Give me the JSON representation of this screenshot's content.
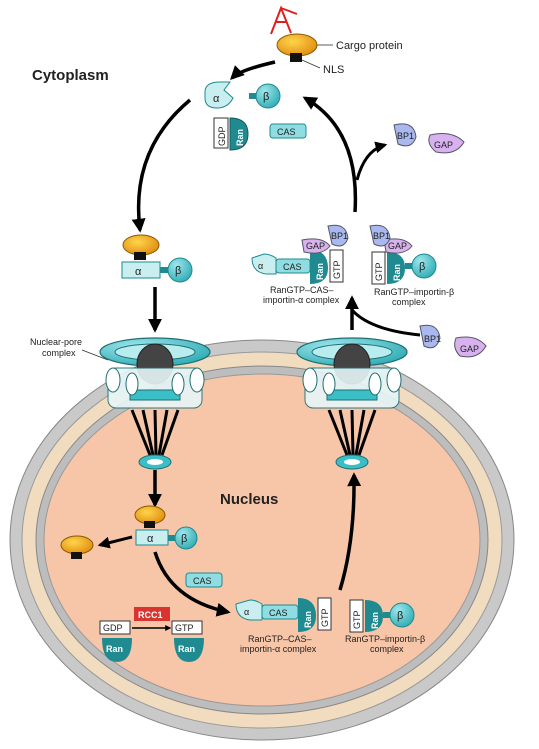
{
  "labels": {
    "cytoplasm": "Cytoplasm",
    "nucleus": "Nucleus",
    "nuclear_pore_complex_line1": "Nuclear-pore",
    "nuclear_pore_complex_line2": "complex",
    "cargo_protein": "Cargo protein",
    "nls": "NLS"
  },
  "molecules": {
    "alpha": "α",
    "beta": "β",
    "ran": "Ran",
    "gdp": "GDP",
    "gtp": "GTP",
    "cas": "CAS",
    "bp1": "BP1",
    "gap": "GAP",
    "rcc1": "RCC1"
  },
  "complexes": {
    "ran_cas_importin_alpha_line1": "RanGTP–CAS–",
    "ran_cas_importin_alpha_line2": "importin-α complex",
    "ran_importin_beta_line1": "RanGTP–importin-β",
    "ran_importin_beta_line2": "complex"
  },
  "annotation": {
    "handwritten_mark": "A",
    "color": "#e0201c"
  },
  "colors": {
    "teal": "#3bbfc7",
    "teal_dark": "#1f8a8f",
    "cargo_orange": "#f0a820",
    "nucleus_fill": "#f7c6a8",
    "envelope_outer": "#c9c9c9",
    "envelope_inner": "#f2dcc0",
    "gap_purple": "#d8b2ee",
    "bp1_blue": "#a9b8ee",
    "rcc1_red": "#d9352f"
  }
}
